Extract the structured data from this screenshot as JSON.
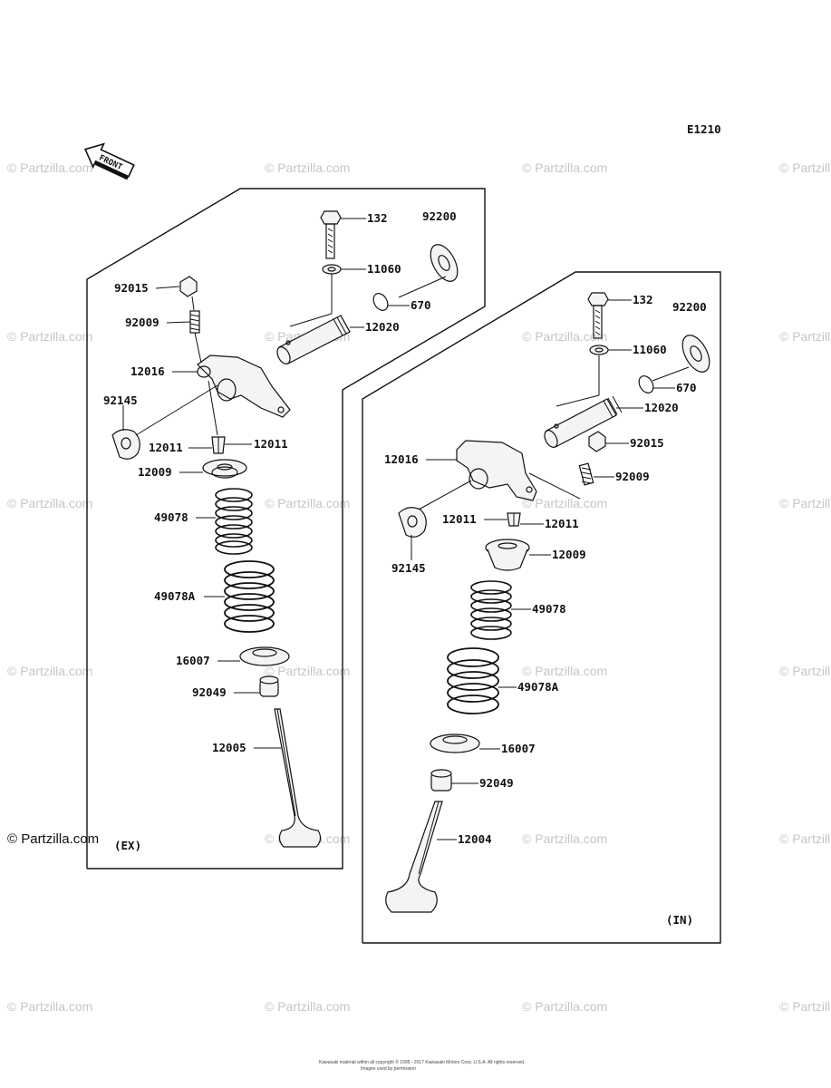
{
  "diagram_code": "E1210",
  "front_label": "FRONT",
  "watermark": "© Partzilla.com",
  "footer_copyright": "Kawasaki material within all copyright © 1995 - 2017 Kawasaki Motors Corp. U.S.A. All rights reserved.",
  "footer_copyright_2": "Images used by permission",
  "exhaust": {
    "section_label": "(EX)",
    "parts": {
      "bolt": "132",
      "thrust_washer": "92200",
      "washer": "11060",
      "o_ring": "670",
      "shaft": "12020",
      "nut": "92015",
      "adjusting_screw": "92009",
      "rocker_arm": "12016",
      "spring_washer": "92145",
      "cotter_left": "12011",
      "cotter_right": "12011",
      "retainer": "12009",
      "inner_spring": "49078",
      "outer_spring": "49078A",
      "spring_seat": "16007",
      "stem_seal": "92049",
      "valve": "12005"
    }
  },
  "intake": {
    "section_label": "(IN)",
    "parts": {
      "bolt": "132",
      "thrust_washer": "92200",
      "washer": "11060",
      "o_ring": "670",
      "shaft": "12020",
      "nut": "92015",
      "adjusting_screw": "92009",
      "rocker_arm": "12016",
      "spring_washer": "92145",
      "cotter_left": "12011",
      "cotter_right": "12011",
      "retainer": "12009",
      "inner_spring": "49078",
      "outer_spring": "49078A",
      "spring_seat": "16007",
      "stem_seal": "92049",
      "valve": "12004"
    }
  }
}
